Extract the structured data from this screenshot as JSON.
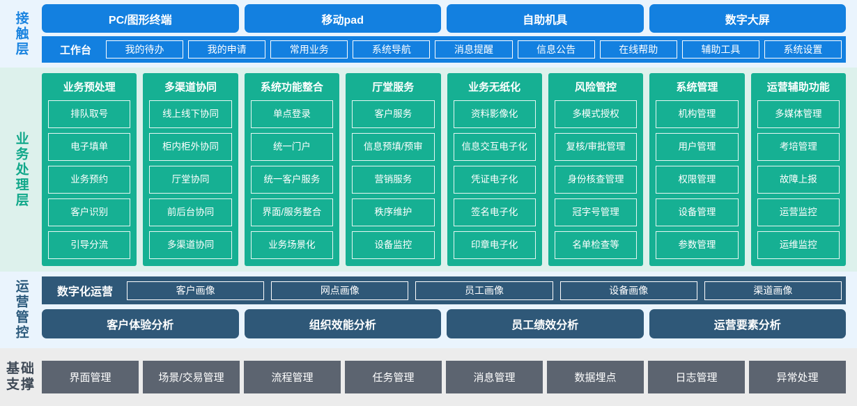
{
  "layers": {
    "contact": {
      "label": "接触层",
      "terminals": [
        "PC/图形终端",
        "移动pad",
        "自助机具",
        "数字大屏"
      ],
      "nav_title": "工作台",
      "nav_items": [
        "我的待办",
        "我的申请",
        "常用业务",
        "系统导航",
        "消息提醒",
        "信息公告",
        "在线帮助",
        "辅助工具",
        "系统设置"
      ]
    },
    "business": {
      "label": "业务处理层",
      "columns": [
        {
          "title": "业务预处理",
          "items": [
            "排队取号",
            "电子填单",
            "业务预约",
            "客户识别",
            "引导分流"
          ]
        },
        {
          "title": "多渠道协同",
          "items": [
            "线上线下协同",
            "柜内柜外协同",
            "厅堂协同",
            "前后台协同",
            "多渠道协同"
          ]
        },
        {
          "title": "系统功能整合",
          "items": [
            "单点登录",
            "统一门户",
            "统一客户服务",
            "界面/服务整合",
            "业务场景化"
          ]
        },
        {
          "title": "厅堂服务",
          "items": [
            "客户服务",
            "信息预填/预审",
            "营销服务",
            "秩序维护",
            "设备监控"
          ]
        },
        {
          "title": "业务无纸化",
          "items": [
            "资料影像化",
            "信息交互电子化",
            "凭证电子化",
            "签名电子化",
            "印章电子化"
          ]
        },
        {
          "title": "风险管控",
          "items": [
            "多模式授权",
            "复核/审批管理",
            "身份核查管理",
            "冠字号管理",
            "名单检查等"
          ]
        },
        {
          "title": "系统管理",
          "items": [
            "机构管理",
            "用户管理",
            "权限管理",
            "设备管理",
            "参数管理"
          ]
        },
        {
          "title": "运营辅助功能",
          "items": [
            "多媒体管理",
            "考培管理",
            "故障上报",
            "运营监控",
            "运维监控"
          ]
        }
      ]
    },
    "operations": {
      "label": "运营管控",
      "portrait_title": "数字化运营",
      "portraits": [
        "客户画像",
        "网点画像",
        "员工画像",
        "设备画像",
        "渠道画像"
      ],
      "analyses": [
        "客户体验分析",
        "组织效能分析",
        "员工绩效分析",
        "运营要素分析"
      ]
    },
    "foundation": {
      "label_line1": "基础",
      "label_line2": "支撑",
      "items": [
        "界面管理",
        "场景/交易管理",
        "流程管理",
        "任务管理",
        "消息管理",
        "数据埋点",
        "日志管理",
        "异常处理"
      ]
    }
  },
  "colors": {
    "contact_blue": "#1380e0",
    "contact_bg": "#eaf4fd",
    "business_green": "#16b093",
    "business_bg": "#ddf1ec",
    "ops_slate": "#2f5878",
    "ops_bg": "#eaf4fd",
    "foundation_gray": "#5c6470",
    "foundation_bg": "#ececec"
  }
}
